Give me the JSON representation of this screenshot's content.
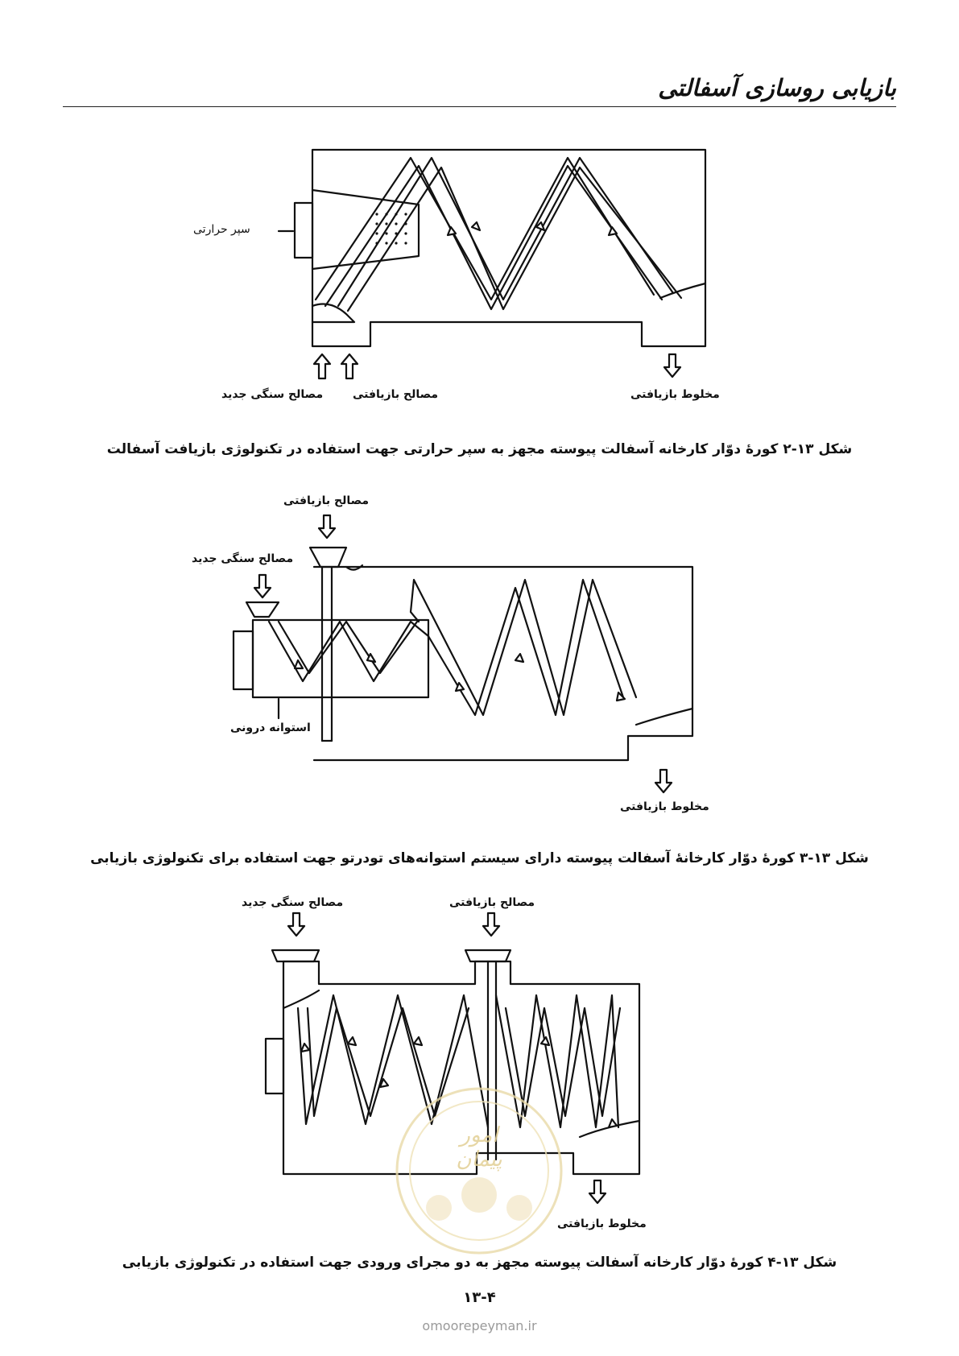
{
  "header": {
    "title": "بازیابی روسازی آسفالتی"
  },
  "figure1": {
    "label_heat_shield": "سپر حرارتی",
    "label_new_aggregate": "مصالح سنگی جدید",
    "label_recycled_material": "مصالح بازیافتی",
    "label_recycled_mix": "مخلوط بازیافتی",
    "caption": "شکل ۱۳-۲ کورهٔ دوّار کارخانه آسفالت پیوسته مجهز به سپر حرارتی جهت استفاده در تکنولوژی بازیافت آسفالت"
  },
  "figure2": {
    "label_recycled_material": "مصالح بازیافتی",
    "label_new_aggregate": "مصالح سنگی جدید",
    "label_inner_cylinder": "استوانه درونی",
    "label_recycled_mix": "مخلوط بازیافتی",
    "caption": "شکل ۱۳-۳ کورهٔ دوّار کارخانهٔ آسفالت پیوسته دارای سیستم استوانه‌های تودرتو جهت استفاده برای تکنولوژی بازیابی"
  },
  "figure3": {
    "label_new_aggregate": "مصالح سنگی جدید",
    "label_recycled_material": "مصالح بازیافتی",
    "label_recycled_mix": "مخلوط بازیافتی",
    "caption": "شکل ۱۳-۴ کورهٔ دوّار کارخانه آسفالت پیوسته مجهز به دو مجرای ورودی جهت استفاده در تکنولوژی بازیابی"
  },
  "footer": {
    "page_number": "۱۳-۴",
    "website": "omoorepeyman.ir"
  },
  "watermark": {
    "text": "امور پیمان"
  }
}
